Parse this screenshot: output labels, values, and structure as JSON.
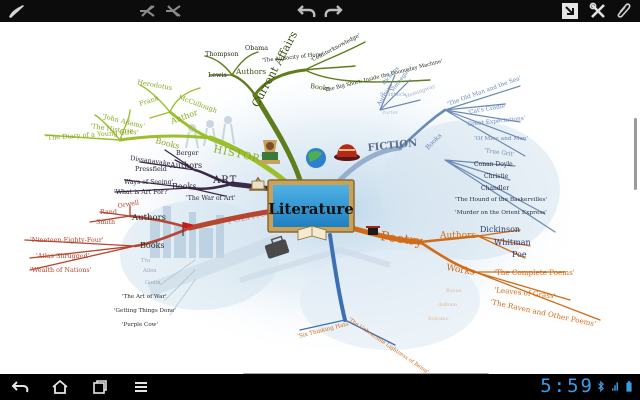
{
  "toolbar": {
    "brush_icon": "paintbrush-icon",
    "collapse_icon": "collapse-branches-icon",
    "expand_icon": "expand-branches-icon",
    "undo_icon": "undo-icon",
    "redo_icon": "redo-icon",
    "export_icon": "export-icon",
    "tools_icon": "tools-icon",
    "attach_icon": "paperclip-icon"
  },
  "colors": {
    "history": "#9cbf2b",
    "current_affairs": "#566f17",
    "fiction": "#6b8ab5",
    "art": "#3a2a49",
    "political": "#b7452f",
    "poetry": "#d26b16",
    "nonfiction": "#3d6fb5",
    "central_frame": "#c9a15a",
    "clock": "#3b9ce6"
  },
  "mindmap": {
    "central": "Literature",
    "branches": {
      "current_affairs": {
        "label": "Current Affairs",
        "authors_label": "Authors",
        "authors": [
          "Thompson",
          "Obama",
          "Lewis"
        ],
        "books_label": "Books",
        "books": [
          "'The Audacity of Hope'",
          "'Counterknowledge'",
          "'The Big Short: Inside the Doomsday Machine'"
        ]
      },
      "fiction": {
        "label": "FICTION",
        "authors_label": "Authors",
        "authors": [
          "Dickens",
          "Vonnegut",
          "Steinbeck",
          "Hemingway",
          "Porter"
        ],
        "books_label": "Books",
        "books": [
          "'The Old Man and the Sea'",
          "'Cat's Cradle'",
          "'Great Expectations'",
          "'Of Mice and Men'",
          "'True Grit'"
        ],
        "crime": [
          "Conan Doyle",
          "Christie",
          "Chandler",
          "'The Hound of the Baskervilles'",
          "'Murder on the Orient Express'"
        ]
      },
      "history": {
        "label": "HISTORY",
        "authors_label": "Author",
        "authors": [
          "Herodotus",
          "Frank",
          "McCullough"
        ],
        "books_label": "Books",
        "books": [
          "'John Adams'",
          "'The Histories'",
          "'The Diary of a Young Girl'"
        ]
      },
      "art": {
        "label": "ART",
        "authors_label": "Authors",
        "authors": [
          "Dissanayake",
          "Berger",
          "Pressfield"
        ],
        "books_label": "Books",
        "books": [
          "Ways of Seeing'",
          "'What is Art For?'",
          "'The War of Art'"
        ]
      },
      "political": {
        "label": "POLITICAL",
        "authors_label": "Authors",
        "authors": [
          "Rand",
          "Orwell",
          "Smith"
        ],
        "books_label": "Books",
        "books": [
          "'Nineteen Eighty-Four'",
          "'Atlas Shrugged'",
          "'Wealth of Nations'"
        ]
      },
      "poetry": {
        "label": "Poetry",
        "authors_label": "Authors",
        "authors": [
          "Dickinson",
          "Whitman",
          "Poe"
        ],
        "works_label": "Works",
        "works": [
          "'The Complete Poems'",
          "'Leaves of Grass'",
          "'The Raven and Other Poems'"
        ],
        "faded": [
          "Busan",
          "deBono",
          "Bokomo"
        ]
      },
      "nonfiction": {
        "books": [
          "'Six Thinking Hats'",
          "'The Unbearable Lightness of Being'"
        ],
        "faded_authors": [
          "Tru",
          "Allen",
          "Godin"
        ],
        "faded_books": [
          "'The Art of War'",
          "'Getting Things Done'",
          "'Purple Cow'"
        ]
      }
    }
  },
  "status": {
    "time": "5:59",
    "bluetooth_icon": "bluetooth-icon",
    "signal_icon": "signal-icon",
    "battery_icon": "battery-icon"
  },
  "nav": {
    "back_icon": "back-icon",
    "home_icon": "home-icon",
    "recent_icon": "recent-apps-icon",
    "menu_icon": "menu-icon"
  }
}
